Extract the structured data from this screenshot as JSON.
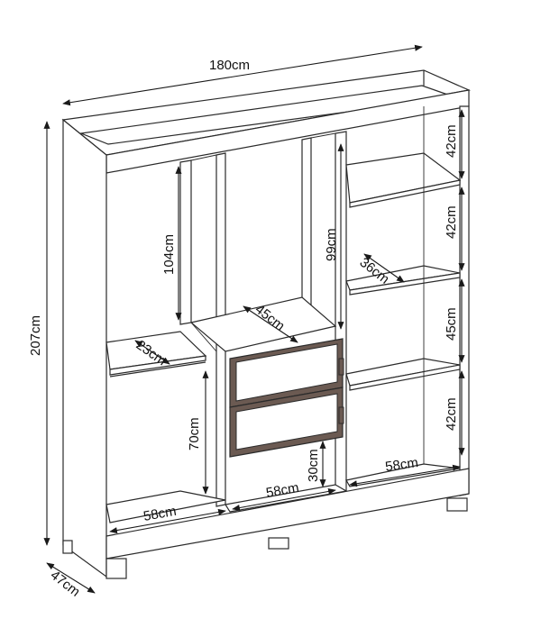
{
  "dimensions": {
    "overall_width": "180cm",
    "overall_height": "207cm",
    "depth": "47cm",
    "left_hanging_height": "104cm",
    "rail_depth": "23cm",
    "left_lower_height": "70cm",
    "left_bottom_width": "58cm",
    "center_upper_height": "99cm",
    "center_shelf_depth": "45cm",
    "center_lower_height": "30cm",
    "center_bottom_width": "58cm",
    "right_shelf_1": "42cm",
    "right_shelf_2": "42cm",
    "right_shelf_3": "45cm",
    "right_shelf_4": "42cm",
    "right_shelf_depth": "36cm",
    "right_bottom_width": "58cm"
  },
  "colors": {
    "line": "#2b2b2b",
    "drawer": "#6b5a52",
    "background": "#ffffff"
  }
}
